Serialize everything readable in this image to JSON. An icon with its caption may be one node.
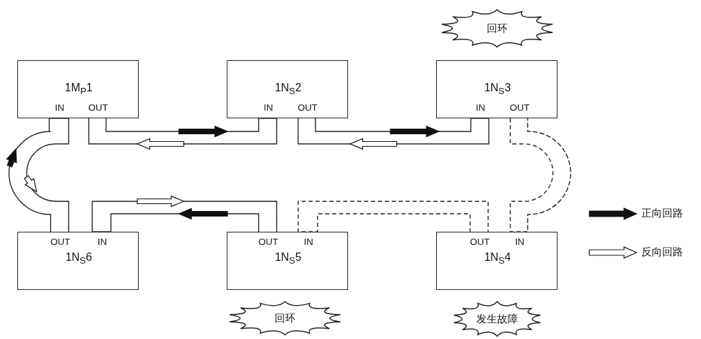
{
  "diagram": {
    "nodes": [
      {
        "text": [
          "回环"
        ]
      },
      {
        "text": [
          "1M$_{P}$1",
          "IN",
          "OUT"
        ]
      },
      {
        "text": [
          "1N$_{S}$2",
          "IN",
          "OUT"
        ]
      },
      {
        "text": [
          "1N$_{S}$3",
          "IN",
          "OUT"
        ]
      },
      {
        "text": [
          "OUT",
          "IN",
          "1N$_{S}$6"
        ]
      },
      {
        "text": [
          "OUT",
          "IN",
          "1N$_{S}$5"
        ]
      },
      {
        "text": [
          "OUT",
          "IN",
          "1N$_{S}$4"
        ]
      },
      {
        "text": [
          "回环"
        ]
      },
      {
        "text": [
          "发生故障"
        ]
      }
    ],
    "edges": [
      {
        "from": 1,
        "to": 2,
        "arrow": "none"
      },
      {
        "from": 2,
        "to": 3,
        "arrow": "none"
      },
      {
        "from": 3,
        "to": 6,
        "arrow": "none",
        "style": "dashed"
      },
      {
        "from": 6,
        "to": 5,
        "arrow": "none",
        "style": "dashed"
      },
      {
        "from": 5,
        "to": 4,
        "arrow": "none"
      },
      {
        "from": 4,
        "to": 1,
        "arrow": "none"
      }
    ],
    "legend": [
      {
        "text": "正向回路"
      },
      {
        "text": "反向回路"
      }
    ]
  }
}
